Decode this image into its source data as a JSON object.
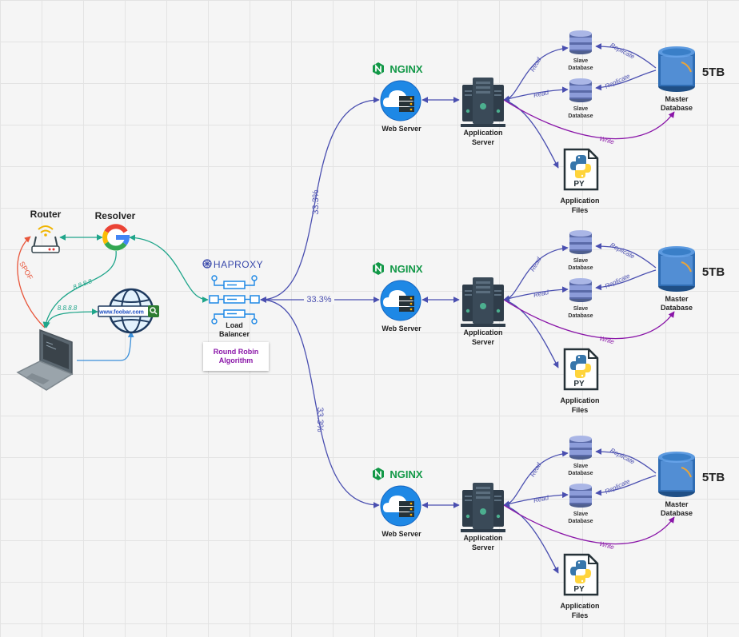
{
  "client": {
    "router_label": "Router",
    "resolver_label": "Resolver",
    "spof_label": "SPOF",
    "ip_label_1": "8.8.8.8",
    "ip_label_2": "8.8.8.8",
    "url_text": "www.foobar.com"
  },
  "load_balancer": {
    "brand": "HAPROXY",
    "label_line1": "Load",
    "label_line2": "Balancer",
    "algorithm": "Round Robin\nAlgorithm"
  },
  "split_labels": [
    "33.3%",
    "33.3%",
    "33.3%"
  ],
  "clusters": [
    {
      "nginx": "NGINX",
      "web_server": "Web Server",
      "app_line1": "Application",
      "app_line2": "Server",
      "slave1_line1": "Slave",
      "slave1_line2": "Database",
      "slave2_line1": "Slave",
      "slave2_line2": "Database",
      "master_line1": "Master",
      "master_line2": "Database",
      "capacity": "5TB",
      "files_line1": "Application",
      "files_line2": "Files",
      "py": "PY",
      "read1": "Read",
      "read2": "Read",
      "replicate1": "Replicate",
      "replicate2": "Replicate",
      "write": "Write"
    },
    {
      "nginx": "NGINX",
      "web_server": "Web Server",
      "app_line1": "Application",
      "app_line2": "Server",
      "slave1_line1": "Slave",
      "slave1_line2": "Database",
      "slave2_line1": "Slave",
      "slave2_line2": "Database",
      "master_line1": "Master",
      "master_line2": "Database",
      "capacity": "5TB",
      "files_line1": "Application",
      "files_line2": "Files",
      "py": "PY",
      "read1": "Read",
      "read2": "Read",
      "replicate1": "Replicate",
      "replicate2": "Replicate",
      "write": "Write"
    },
    {
      "nginx": "NGINX",
      "web_server": "Web Server",
      "app_line1": "Application",
      "app_line2": "Server",
      "slave1_line1": "Slave",
      "slave1_line2": "Database",
      "slave2_line1": "Slave",
      "slave2_line2": "Database",
      "master_line1": "Master",
      "master_line2": "Database",
      "capacity": "5TB",
      "files_line1": "Application",
      "files_line2": "Files",
      "py": "PY",
      "read1": "Read",
      "read2": "Read",
      "replicate1": "Replicate",
      "replicate2": "Replicate",
      "write": "Write"
    }
  ],
  "colors": {
    "lb_edge": "#4a4fb0",
    "resolver_edge": "#1fa58a",
    "client_edge": "#3b8fd9",
    "spof_edge": "#e8553a",
    "write_edge": "#8a16a8",
    "nginx_green": "#129847",
    "web_blue": "#1e88e5",
    "server_dark": "#3a4a58",
    "db_blue": "#6c7fcf"
  }
}
